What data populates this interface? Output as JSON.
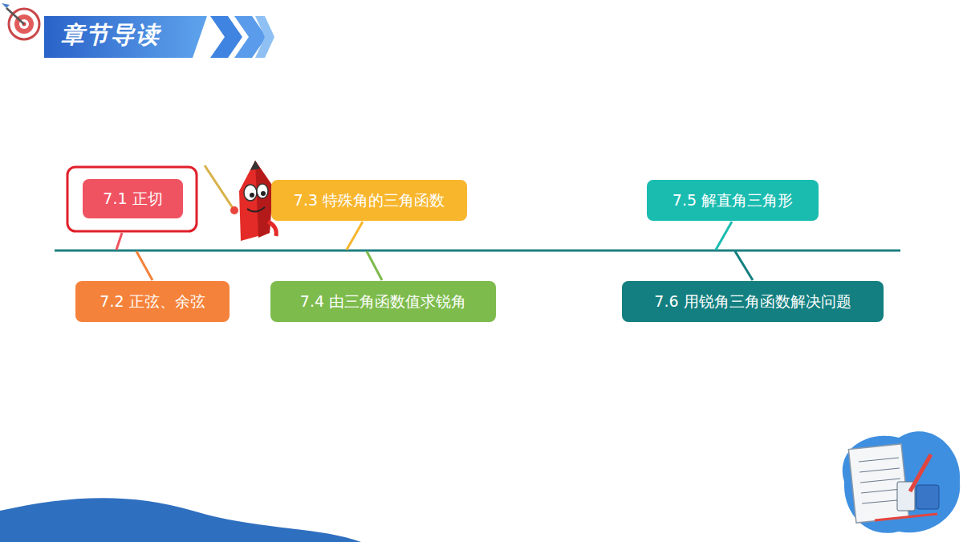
{
  "diagram": {
    "title": "章节导读",
    "nodes": [
      {
        "text": [
          "7.1 正切"
        ]
      },
      {
        "text": [
          "7.2 正弦、余弦"
        ]
      },
      {
        "text": [
          "7.3 特殊角的三角函数"
        ]
      },
      {
        "text": [
          "7.4 由三角函数值求锐角"
        ]
      },
      {
        "text": [
          "7.5 解直角三角形"
        ]
      },
      {
        "text": [
          "7.6 用锐角三角函数解决问题"
        ]
      }
    ]
  }
}
